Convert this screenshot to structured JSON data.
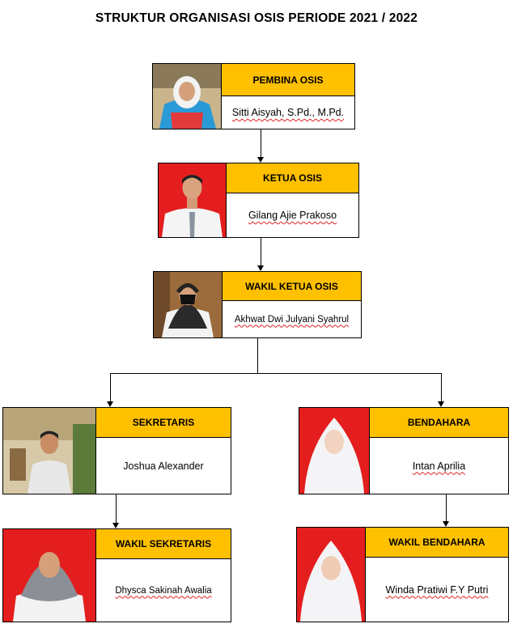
{
  "title": "STRUKTUR ORGANISASI OSIS PERIODE 2021 / 2022",
  "members": [
    {
      "role": "PEMBINA OSIS",
      "name": "Sitti Aisyah, S.Pd., M.Pd."
    },
    {
      "role": "KETUA OSIS",
      "name": "Gilang Ajie Prakoso"
    },
    {
      "role": "WAKIL KETUA OSIS",
      "name": "Akhwat Dwi Julyani Syahrul"
    },
    {
      "role": "SEKRETARIS",
      "name": "Joshua Alexander"
    },
    {
      "role": "BENDAHARA",
      "name": "Intan Aprilia"
    },
    {
      "role": "WAKIL SEKRETARIS",
      "name": "Dhysca Sakinah Awalia"
    },
    {
      "role": "WAKIL BENDAHARA",
      "name": "Winda Pratiwi F.Y Putri"
    }
  ],
  "colors": {
    "role_header": "#FFC000",
    "photo_bg_red": "#E41E1E",
    "name_underline": "#D22222"
  }
}
